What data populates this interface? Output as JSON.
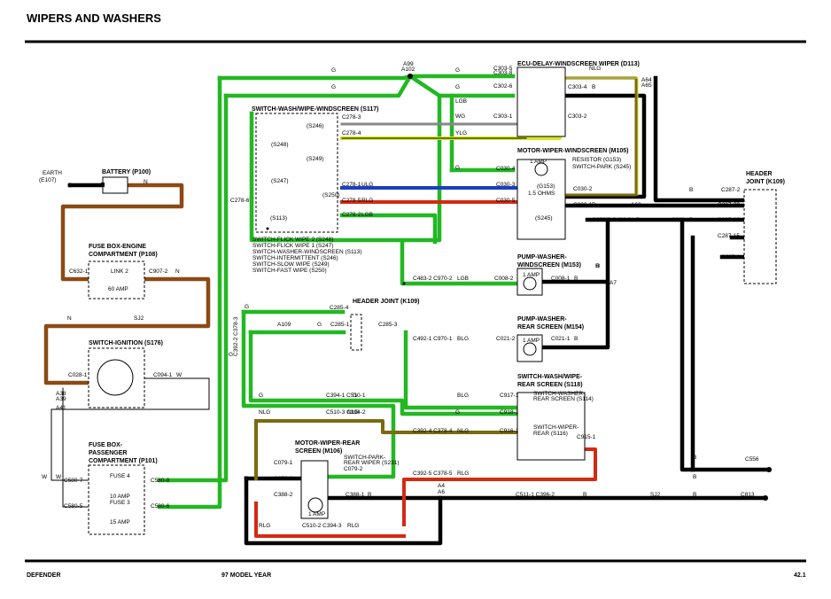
{
  "title": "WIPERS AND WASHERS",
  "footer": {
    "left": "DEFENDER",
    "center": "97 MODEL YEAR",
    "right": "42.1"
  },
  "colors": {
    "G": "#22b822",
    "N": "#8b4a14",
    "B": "#000000",
    "LGB": "#8bd08b",
    "ULG": "#1a3fbf",
    "RLG": "#d42a12",
    "YLG": "#d8e81a",
    "NLG": "#7a6a10"
  },
  "components": {
    "ecu": "ECU-DELAY-WINDSCREEN WIPER (D113)",
    "switch_ws": "SWITCH-WASH/WIPE-WINDSCREEN (S117)",
    "motor_ws": "MOTOR-WIPER-WINDSCREEN (M105)",
    "motor_ws_res": "RESISTOR (G153)",
    "motor_ws_park": "SWITCH-PARK (S245)",
    "battery": "BATTERY (P100)",
    "earth": "EARTH",
    "earth_id": "(E107)",
    "fuse_eng_1": "FUSE BOX-ENGINE",
    "fuse_eng_2": "COMPARTMENT (P108)",
    "link": "LINK 2",
    "link_amp": "60 AMP",
    "ign": "SWITCH-IGNITION (S176)",
    "fuse_pass_1": "FUSE BOX-",
    "fuse_pass_2": "PASSENGER",
    "fuse_pass_3": "COMPARTMENT (P101)",
    "fuse4": "FUSE 4",
    "fuse4_amp": "10 AMP",
    "fuse3": "FUSE 3",
    "fuse3_amp": "15 AMP",
    "hj_mid": "HEADER JOINT (K109)",
    "hj_right_1": "HEADER",
    "hj_right_2": "JOINT (K109)",
    "pump_ws_1": "PUMP-WASHER-",
    "pump_ws_2": "WINDSCREEN (M153)",
    "pump_rs_1": "PUMP-WASHER-",
    "pump_rs_2": "REAR SCREEN (M154)",
    "sw_rs_1": "SWITCH-WASH/WIPE-",
    "sw_rs_2": "REAR SCREEN (S118)",
    "sw_rs_wash_1": "SWITCH-WASHER-",
    "sw_rs_wash_2": "REAR SCREEN (S114)",
    "sw_rs_wipe_1": "SWITCH-WIPER-",
    "sw_rs_wipe_2": "REAR (S116)",
    "motor_rs_1": "MOTOR-WIPER-REAR",
    "motor_rs_2": "SCREEN (M106)",
    "motor_rs_park_1": "SWITCH-PARK-",
    "motor_rs_park_2": "REAR WIPER (S231)",
    "amp1": "1 AMP",
    "ohms": "1.5 OHMS",
    "g153": "(G153)",
    "s245": "(S245)"
  },
  "legend_s117": [
    "SWITCH-FLICK WIPE 2 (S248)",
    "SWITCH-FLICK WIPE 1 (S247)",
    "SWITCH-WASHER-WINDSCREEN (S113)",
    "SWITCH-INTERMITTENT (S246)",
    "SWITCH-SLOW WIPE (S249)",
    "SWITCH-FAST WIPE (S250)"
  ],
  "s117_subs": [
    "(S246)",
    "(S248)",
    "(S249)",
    "(S247)",
    "(S250)",
    "(S113)"
  ],
  "labels": [
    {
      "id": "ecu-c303-5",
      "t": "C303-5"
    },
    {
      "id": "ecu-nlg",
      "t": "NLG"
    },
    {
      "id": "ecu-c303-8",
      "t": "C303-8"
    },
    {
      "id": "ecu-c302-6",
      "t": "C302-6"
    },
    {
      "id": "ecu-c303-4",
      "t": "C303-4"
    },
    {
      "id": "ecu-b1",
      "t": "B"
    },
    {
      "id": "ecu-c303-1",
      "t": "C303-1"
    },
    {
      "id": "ecu-c303-2",
      "t": "C303-2"
    },
    {
      "id": "top-g1",
      "t": "G"
    },
    {
      "id": "top-g2",
      "t": "G"
    },
    {
      "id": "top-g3",
      "t": "G"
    },
    {
      "id": "top-g4",
      "t": "G"
    },
    {
      "id": "a99",
      "t": "A99"
    },
    {
      "id": "a102",
      "t": "A102"
    },
    {
      "id": "a64",
      "t": "A64"
    },
    {
      "id": "a65",
      "t": "A65"
    },
    {
      "id": "lgb1",
      "t": "LGB"
    },
    {
      "id": "wg1",
      "t": "WG"
    },
    {
      "id": "ylg1",
      "t": "YLG"
    },
    {
      "id": "c278-3",
      "t": "C278-3"
    },
    {
      "id": "c278-4",
      "t": "C278-4"
    },
    {
      "id": "c278-6",
      "t": "C278-6"
    },
    {
      "id": "c278-1",
      "t": "C278-1"
    },
    {
      "id": "ulg",
      "t": "ULG"
    },
    {
      "id": "c278-5",
      "t": "C278-5"
    },
    {
      "id": "rlg1",
      "t": "RLG"
    },
    {
      "id": "c278-2",
      "t": "C278-2"
    },
    {
      "id": "lgb2",
      "t": "LGB"
    },
    {
      "id": "g5",
      "t": "G"
    },
    {
      "id": "c030-4",
      "t": "C030-4"
    },
    {
      "id": "c030-3",
      "t": "C030-3"
    },
    {
      "id": "c030-5",
      "t": "C030-5"
    },
    {
      "id": "c030-2",
      "t": "C030-2"
    },
    {
      "id": "c030-1",
      "t": "C030-1"
    },
    {
      "id": "b2",
      "t": "B"
    },
    {
      "id": "a62",
      "t": "A62"
    },
    {
      "id": "c970-3",
      "t": "C970-3 C483-3"
    },
    {
      "id": "b3",
      "t": "B"
    },
    {
      "id": "sj1",
      "t": "SJ1"
    },
    {
      "id": "b4",
      "t": "B"
    },
    {
      "id": "b5",
      "t": "B"
    },
    {
      "id": "c287-2",
      "t": "C287-2"
    },
    {
      "id": "c287-20",
      "t": "C287-20"
    },
    {
      "id": "c287-16",
      "t": "C287-16"
    },
    {
      "id": "c287-15",
      "t": "C287-15"
    },
    {
      "id": "c287-1",
      "t": "C287-1"
    },
    {
      "id": "n1",
      "t": "N"
    },
    {
      "id": "c632-1",
      "t": "C632-1"
    },
    {
      "id": "c907-2",
      "t": "C907-2"
    },
    {
      "id": "n2",
      "t": "N"
    },
    {
      "id": "n3",
      "t": "N"
    },
    {
      "id": "sj2a",
      "t": "SJ2"
    },
    {
      "id": "c483-2",
      "t": "C483-2 C970-2"
    },
    {
      "id": "lgb3",
      "t": "LGB"
    },
    {
      "id": "c008-2",
      "t": "C008-2"
    },
    {
      "id": "c008-1",
      "t": "C008-1"
    },
    {
      "id": "b6",
      "t": "B"
    },
    {
      "id": "b7",
      "t": "B"
    },
    {
      "id": "a7",
      "t": "A7"
    },
    {
      "id": "c285-4",
      "t": "C285-4"
    },
    {
      "id": "c285-1",
      "t": "C285-1"
    },
    {
      "id": "c285-3",
      "t": "C285-3"
    },
    {
      "id": "a109",
      "t": "A109"
    },
    {
      "id": "g6",
      "t": "G"
    },
    {
      "id": "g7",
      "t": "G"
    },
    {
      "id": "c392-2",
      "t": "C392-2 C378-3"
    },
    {
      "id": "c492-1",
      "t": "C492-1 C970-1"
    },
    {
      "id": "blg1",
      "t": "BLG"
    },
    {
      "id": "c021-2",
      "t": "C021-2"
    },
    {
      "id": "c021-1",
      "t": "C021-1"
    },
    {
      "id": "b8",
      "t": "B"
    },
    {
      "id": "c028-1",
      "t": "C028-1"
    },
    {
      "id": "c094-1",
      "t": "C094-1"
    },
    {
      "id": "w1",
      "t": "W"
    },
    {
      "id": "a38",
      "t": "A38"
    },
    {
      "id": "a39",
      "t": "A39"
    },
    {
      "id": "a41",
      "t": "A41"
    },
    {
      "id": "g8",
      "t": "G"
    },
    {
      "id": "c394-1",
      "t": "C394-1 C510-1"
    },
    {
      "id": "g9",
      "t": "G"
    },
    {
      "id": "blg2",
      "t": "BLG"
    },
    {
      "id": "c917-1",
      "t": "C917-1"
    },
    {
      "id": "nlg2",
      "t": "NLG"
    },
    {
      "id": "c510-3",
      "t": "C510-3 C394-2"
    },
    {
      "id": "nlg3",
      "t": "NLG"
    },
    {
      "id": "g10",
      "t": "G"
    },
    {
      "id": "c918-1",
      "t": "C918-1"
    },
    {
      "id": "c392-4",
      "t": "C392-4 C378-4"
    },
    {
      "id": "nlg4",
      "t": "NLG"
    },
    {
      "id": "c916-1",
      "t": "C916-1"
    },
    {
      "id": "c915-1",
      "t": "C915-1"
    },
    {
      "id": "c079-1",
      "t": "C079-1"
    },
    {
      "id": "c079-2",
      "t": "C079-2"
    },
    {
      "id": "c079-3",
      "t": "C079-3"
    },
    {
      "id": "b9",
      "t": "B"
    },
    {
      "id": "c392-5",
      "t": "C392-5 C378-5"
    },
    {
      "id": "rlg2",
      "t": "RLG"
    },
    {
      "id": "a4",
      "t": "A4"
    },
    {
      "id": "a6",
      "t": "A6"
    },
    {
      "id": "c580-7",
      "t": "C580-7"
    },
    {
      "id": "c580-8",
      "t": "C580-8"
    },
    {
      "id": "c580-5",
      "t": "C580-5"
    },
    {
      "id": "c580-6",
      "t": "C580-6"
    },
    {
      "id": "w2",
      "t": "W"
    },
    {
      "id": "w3",
      "t": "W"
    },
    {
      "id": "c388-2",
      "t": "C388-2"
    },
    {
      "id": "c388-1",
      "t": "C388-1"
    },
    {
      "id": "b10",
      "t": "B"
    },
    {
      "id": "c511-1",
      "t": "C511-1 C396-2"
    },
    {
      "id": "b11",
      "t": "B"
    },
    {
      "id": "sj2b",
      "t": "SJ2"
    },
    {
      "id": "b12",
      "t": "B"
    },
    {
      "id": "c813",
      "t": "C813"
    },
    {
      "id": "c556",
      "t": "C556"
    },
    {
      "id": "b13",
      "t": "B"
    },
    {
      "id": "b14",
      "t": "B"
    },
    {
      "id": "rlg3",
      "t": "RLG"
    },
    {
      "id": "c510-2",
      "t": "C510-2 C394-3"
    },
    {
      "id": "rlg4",
      "t": "RLG"
    },
    {
      "id": "g11",
      "t": "G"
    },
    {
      "id": "b15",
      "t": "B"
    }
  ]
}
